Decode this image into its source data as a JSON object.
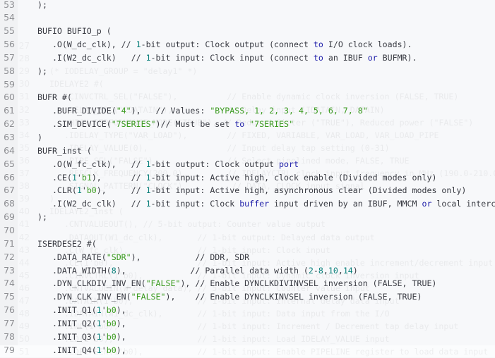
{
  "editor": {
    "colors": {
      "background": "#f7f8fa",
      "text": "#383a42",
      "number": "#0a7f7a",
      "string": "#3a9a1f",
      "keyword": "#1c1ca8",
      "line_number": "#8e8f93"
    },
    "lines": [
      {
        "num": "53",
        "segs": [
          {
            "t": ");",
            "c": "p"
          }
        ]
      },
      {
        "num": "54",
        "segs": []
      },
      {
        "num": "55",
        "segs": [
          {
            "t": "BUFIO BUFIO_p (",
            "c": "p"
          }
        ]
      },
      {
        "num": "56",
        "segs": [
          {
            "t": "   .O(W_dc_clk), // ",
            "c": "p"
          },
          {
            "t": "1",
            "c": "n"
          },
          {
            "t": "-bit output: Clock output (connect ",
            "c": "p"
          },
          {
            "t": "to",
            "c": "k"
          },
          {
            "t": " I/O clock loads).",
            "c": "p"
          }
        ]
      },
      {
        "num": "57",
        "segs": [
          {
            "t": "   .I(W2_dc_clk)   // ",
            "c": "p"
          },
          {
            "t": "1",
            "c": "n"
          },
          {
            "t": "-bit input: Clock input (connect ",
            "c": "p"
          },
          {
            "t": "to",
            "c": "k"
          },
          {
            "t": " an IBUF ",
            "c": "p"
          },
          {
            "t": "or",
            "c": "k"
          },
          {
            "t": " BUFMR).",
            "c": "p"
          }
        ]
      },
      {
        "num": "58",
        "segs": [
          {
            "t": ");",
            "c": "p"
          }
        ]
      },
      {
        "num": "59",
        "segs": []
      },
      {
        "num": "60",
        "segs": [
          {
            "t": "BUFR #(",
            "c": "p"
          }
        ]
      },
      {
        "num": "61",
        "segs": [
          {
            "t": "   .BUFR_DIVIDE(",
            "c": "p"
          },
          {
            "t": "\"4\"",
            "c": "s"
          },
          {
            "t": "),   // Values: ",
            "c": "p"
          },
          {
            "t": "\"BYPASS, 1, 2, 3, 4, 5, 6, 7, 8\"",
            "c": "s"
          }
        ]
      },
      {
        "num": "62",
        "segs": [
          {
            "t": "   .SIM_DEVICE(",
            "c": "p"
          },
          {
            "t": "\"7SERIES\"",
            "c": "s"
          },
          {
            "t": ")// Must be set ",
            "c": "p"
          },
          {
            "t": "to",
            "c": "k"
          },
          {
            "t": " ",
            "c": "p"
          },
          {
            "t": "\"7SERIES\"",
            "c": "s"
          }
        ]
      },
      {
        "num": "63",
        "segs": [
          {
            "t": ")",
            "c": "p"
          }
        ]
      },
      {
        "num": "64",
        "segs": [
          {
            "t": "BUFR_inst (",
            "c": "p"
          }
        ]
      },
      {
        "num": "65",
        "segs": [
          {
            "t": "   .O(W_fc_clk),   // ",
            "c": "p"
          },
          {
            "t": "1",
            "c": "n"
          },
          {
            "t": "-bit output: Clock output ",
            "c": "p"
          },
          {
            "t": "port",
            "c": "k"
          }
        ]
      },
      {
        "num": "66",
        "segs": [
          {
            "t": "   .CE(",
            "c": "p"
          },
          {
            "t": "1",
            "c": "n"
          },
          {
            "t": "'",
            "c": "p"
          },
          {
            "t": "b1",
            "c": "s"
          },
          {
            "t": "),      // ",
            "c": "p"
          },
          {
            "t": "1",
            "c": "n"
          },
          {
            "t": "-bit input: Active high, clock enable (Divided modes only)",
            "c": "p"
          }
        ]
      },
      {
        "num": "67",
        "segs": [
          {
            "t": "   .CLR(",
            "c": "p"
          },
          {
            "t": "1",
            "c": "n"
          },
          {
            "t": "'",
            "c": "p"
          },
          {
            "t": "b0",
            "c": "s"
          },
          {
            "t": "),     // ",
            "c": "p"
          },
          {
            "t": "1",
            "c": "n"
          },
          {
            "t": "-bit input: Active high, asynchronous clear (Divided modes only)",
            "c": "p"
          }
        ]
      },
      {
        "num": "68",
        "segs": [
          {
            "t": "   .I(W2_dc_clk)   // ",
            "c": "p"
          },
          {
            "t": "1",
            "c": "n"
          },
          {
            "t": "-bit input: Clock ",
            "c": "p"
          },
          {
            "t": "buffer",
            "c": "k"
          },
          {
            "t": " input driven by an IBUF, MMCM ",
            "c": "p"
          },
          {
            "t": "or",
            "c": "k"
          },
          {
            "t": " local interco",
            "c": "p"
          }
        ]
      },
      {
        "num": "69",
        "segs": [
          {
            "t": ");",
            "c": "p"
          }
        ]
      },
      {
        "num": "70",
        "segs": []
      },
      {
        "num": "71",
        "segs": [
          {
            "t": "ISERDESE2 #(",
            "c": "p"
          }
        ]
      },
      {
        "num": "72",
        "segs": [
          {
            "t": "   .DATA_RATE(",
            "c": "p"
          },
          {
            "t": "\"SDR\"",
            "c": "s"
          },
          {
            "t": "),           // DDR, SDR",
            "c": "p"
          }
        ]
      },
      {
        "num": "73",
        "segs": [
          {
            "t": "   .DATA_WIDTH(",
            "c": "p"
          },
          {
            "t": "8",
            "c": "n"
          },
          {
            "t": "),             // Parallel data width (",
            "c": "p"
          },
          {
            "t": "2",
            "c": "n"
          },
          {
            "t": "-",
            "c": "p"
          },
          {
            "t": "8",
            "c": "n"
          },
          {
            "t": ",",
            "c": "p"
          },
          {
            "t": "10",
            "c": "n"
          },
          {
            "t": ",",
            "c": "p"
          },
          {
            "t": "14",
            "c": "n"
          },
          {
            "t": ")",
            "c": "p"
          }
        ]
      },
      {
        "num": "74",
        "segs": [
          {
            "t": "   .DYN_CLKDIV_INV_EN(",
            "c": "p"
          },
          {
            "t": "\"FALSE\"",
            "c": "s"
          },
          {
            "t": "), // Enable DYNCLKDIVINVSEL inversion (FALSE, TRUE)",
            "c": "p"
          }
        ]
      },
      {
        "num": "75",
        "segs": [
          {
            "t": "   .DYN_CLK_INV_EN(",
            "c": "p"
          },
          {
            "t": "\"FALSE\"",
            "c": "s"
          },
          {
            "t": "),    // Enable DYNCLKINVSEL inversion (FALSE, TRUE)",
            "c": "p"
          }
        ]
      },
      {
        "num": "76",
        "segs": [
          {
            "t": "   .INIT_Q1(",
            "c": "p"
          },
          {
            "t": "1",
            "c": "n"
          },
          {
            "t": "'",
            "c": "p"
          },
          {
            "t": "b0",
            "c": "s"
          },
          {
            "t": "),",
            "c": "p"
          }
        ]
      },
      {
        "num": "77",
        "segs": [
          {
            "t": "   .INIT_Q2(",
            "c": "p"
          },
          {
            "t": "1",
            "c": "n"
          },
          {
            "t": "'",
            "c": "p"
          },
          {
            "t": "b0",
            "c": "s"
          },
          {
            "t": "),",
            "c": "p"
          }
        ]
      },
      {
        "num": "78",
        "segs": [
          {
            "t": "   .INIT_Q3(",
            "c": "p"
          },
          {
            "t": "1",
            "c": "n"
          },
          {
            "t": "'",
            "c": "p"
          },
          {
            "t": "b0",
            "c": "s"
          },
          {
            "t": "),",
            "c": "p"
          }
        ]
      },
      {
        "num": "79",
        "segs": [
          {
            "t": "   .INIT_Q4(",
            "c": "p"
          },
          {
            "t": "1",
            "c": "n"
          },
          {
            "t": "'",
            "c": "p"
          },
          {
            "t": "b0",
            "c": "s"
          },
          {
            "t": "),",
            "c": "p"
          }
        ]
      }
    ],
    "ghost_lines": [
      {
        "num": "27",
        "text": "   );"
      },
      {
        "num": "28",
        "text": ""
      },
      {
        "num": "29",
        "text": "(* IODELAY_GROUP = \"delay1\" *)"
      },
      {
        "num": "30",
        "text": "IDELAYE2 #("
      },
      {
        "num": "31",
        "text": "   .CINVCTRL_SEL(\"FALSE\"),          // Enable dynamic clock inversion (FALSE, TRUE)"
      },
      {
        "num": "32",
        "text": "   .DELAY_SRC(\"IDATAIN\"),           // Delay input (IDATAIN, DATAIN)"
      },
      {
        "num": "33",
        "text": "   .HIGH_PERFORMANCE_MODE(\"TRUE\"), // Reduced jitter (\"TRUE\"), Reduced power (\"FALSE\")"
      },
      {
        "num": "34",
        "text": "   .IDELAY_TYPE(\"VAR_LOAD\"),        // FIXED, VARIABLE, VAR_LOAD, VAR_LOAD_PIPE"
      },
      {
        "num": "35",
        "text": "   .IDELAY_VALUE(0),                // Input delay tap setting (0-31)"
      },
      {
        "num": "36",
        "text": "   .PIPE_SEL(\"FALSE\"),              // Select pipelined mode, FALSE, TRUE"
      },
      {
        "num": "37",
        "text": "   .REFCLK_FREQUENCY(200.0),        // IDELAYCTRL clock input frequency in MHz (190.0-210.0, 290.0-310.0)."
      },
      {
        "num": "38",
        "text": "   .SIGNAL_PATTERN(\"CLOCK\")          // DATA, CLOCK input signal"
      },
      {
        "num": "39",
        "text": ")"
      },
      {
        "num": "40",
        "text": "IDELAYE2_inst ("
      },
      {
        "num": "41",
        "text": "   .CNTVALUEOUT(), // 5-bit output: Counter value output"
      },
      {
        "num": "42",
        "text": "   .DATAOUT(W1_dc_clk),       // 1-bit output: Delayed data output"
      },
      {
        "num": "43",
        "text": "   .C(W_fc_clk),              // 1-bit input: Clock input"
      },
      {
        "num": "44",
        "text": "   .CE(1'b0),                 // 1-bit input: Active high enable increment/decrement input"
      },
      {
        "num": "45",
        "text": "   .CINVCTRL(1'b0),           // 1-bit input: Dynamic clock inversion input"
      },
      {
        "num": "46",
        "text": "   .CNTVALUEIN(W_delay_data), // 5-bit input: Counter value input"
      },
      {
        "num": "47",
        "text": "   .DATAIN(1'b0),             // 1-bit input: Internal delay data input"
      },
      {
        "num": "48",
        "text": "   .IDATAIN(W1_dc_clk),       // 1-bit input: Data input from the I/O"
      },
      {
        "num": "49",
        "text": "   .INC(1'b0),                // 1-bit input: Increment / Decrement tap delay input"
      },
      {
        "num": "50",
        "text": "   .LD(1'b0),                 // 1-bit input: Load IDELAY_VALUE input"
      },
      {
        "num": "51",
        "text": "   .LDPIPEEN(1'b0),           // 1-bit input: Enable PIPELINE register to load data input"
      }
    ]
  }
}
